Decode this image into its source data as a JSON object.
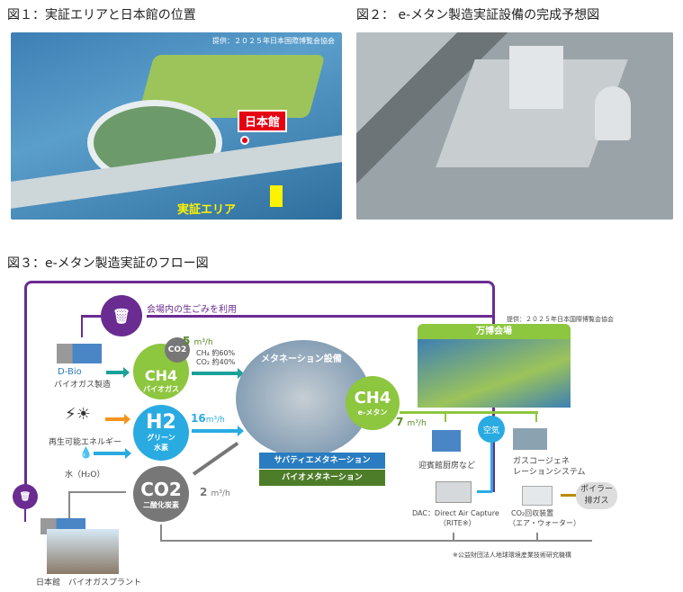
{
  "figure1": {
    "caption": "図１：実証エリアと日本館の位置",
    "credit": "提供：２０２５年日本国際博覧会協会",
    "label_japan_pavilion": "日本館",
    "label_demo_area": "実証エリア"
  },
  "figure2": {
    "caption": "図２： e-メタン製造実証設備の完成予想図"
  },
  "figure3": {
    "caption": "図３：e-メタン製造実証のフロー図",
    "credit": "提供：２０２５年日本国際博覧会協会",
    "food_waste": "会場内の生ごみを利用",
    "dbio": "D-Bio",
    "dbio_sub": "バイオガス製造",
    "biogas": {
      "ch4": "CH4",
      "co2": "CO2",
      "label": "バイオガス",
      "flow": "5",
      "unit": "m³/h",
      "ch4_ratio": "CH₄ 約60%",
      "co2_ratio": "CO₂ 約40%"
    },
    "renewable": "再生可能エネルギー",
    "water": "水（H₂O）",
    "h2": {
      "formula": "H2",
      "label1": "グリーン",
      "label2": "水素",
      "flow": "16",
      "unit": "m³/h"
    },
    "co2": {
      "formula": "CO2",
      "label": "二酸化炭素",
      "flow": "2",
      "unit": "m³/h"
    },
    "plant": "日本館　バイオガスプラント",
    "methanation": "メタネーション設備",
    "sabatier": "サバティエメタネーション",
    "bio_methanation": "バイオメタネーション",
    "ch4_out": {
      "formula": "CH4",
      "label": "e-メタン",
      "flow": "7",
      "unit": "m³/h"
    },
    "expo_site": "万博会場",
    "kitchen": "迎賓館厨房など",
    "cogen1": "ガスコージェネ",
    "cogen2": "レーションシステム",
    "air": "空気",
    "dac1": "DAC：Direct Air Capture",
    "dac2": "（RITE※）",
    "co2_capture1": "CO₂回収装置",
    "co2_capture2": "（エア・ウォーター）",
    "boiler1": "ボイラー",
    "boiler2": "排ガス",
    "footnote": "※公益財団法人地球環境産業技術研究機構",
    "colors": {
      "purple": "#6a2c91",
      "green": "#8dc63f",
      "blue": "#29abe2",
      "gray": "#777777",
      "orange": "#f7941d"
    }
  }
}
